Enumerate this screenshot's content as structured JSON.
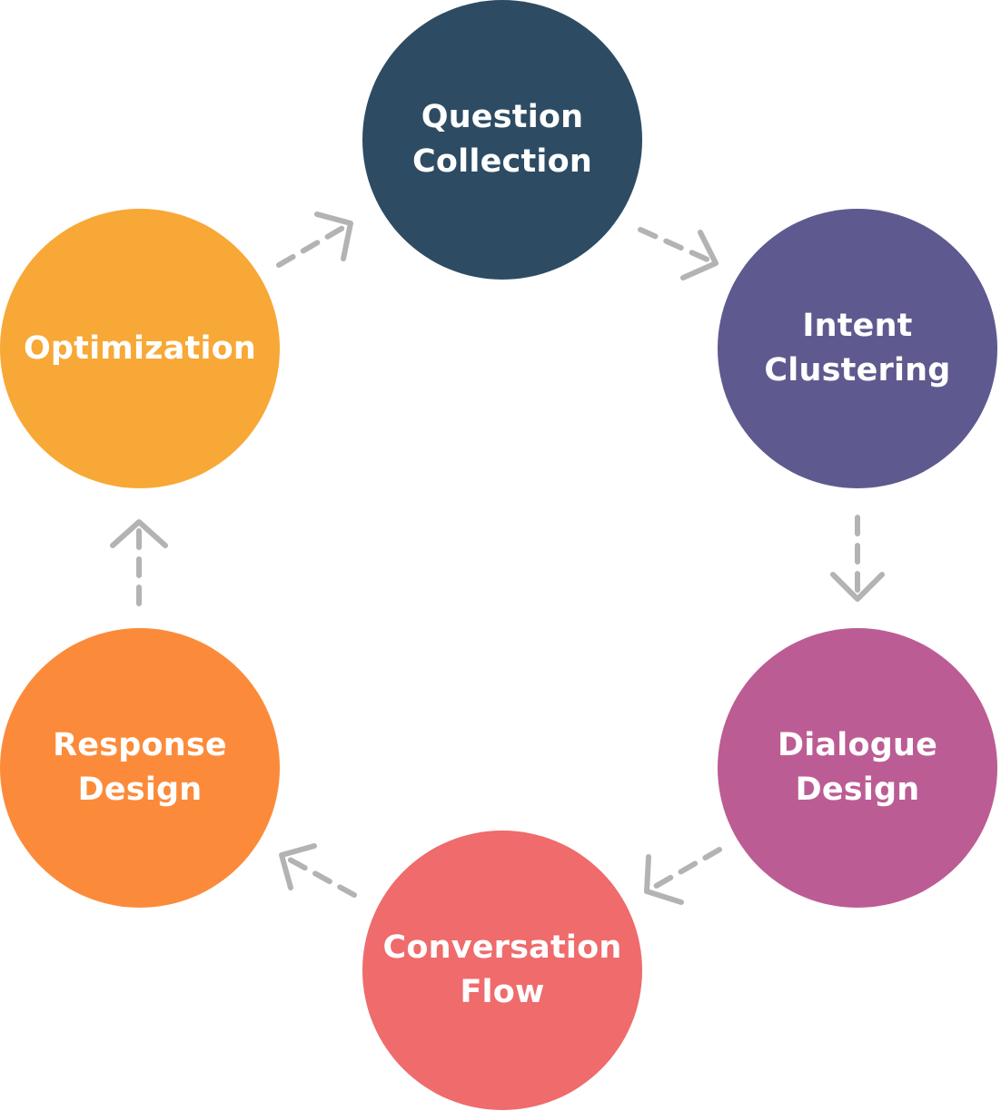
{
  "stages": [
    {
      "label": "Question\nCollection",
      "color": "#2d4c63"
    },
    {
      "label": "Intent\nClustering",
      "color": "#5e5a8f"
    },
    {
      "label": "Dialogue\nDesign",
      "color": "#bc5c94"
    },
    {
      "label": "Conversation\nFlow",
      "color": "#ef6b6c"
    },
    {
      "label": "Response\nDesign",
      "color": "#fb8b3b"
    },
    {
      "label": "Optimization",
      "color": "#f8a836"
    }
  ],
  "arrow_color": "#b3b3b3"
}
